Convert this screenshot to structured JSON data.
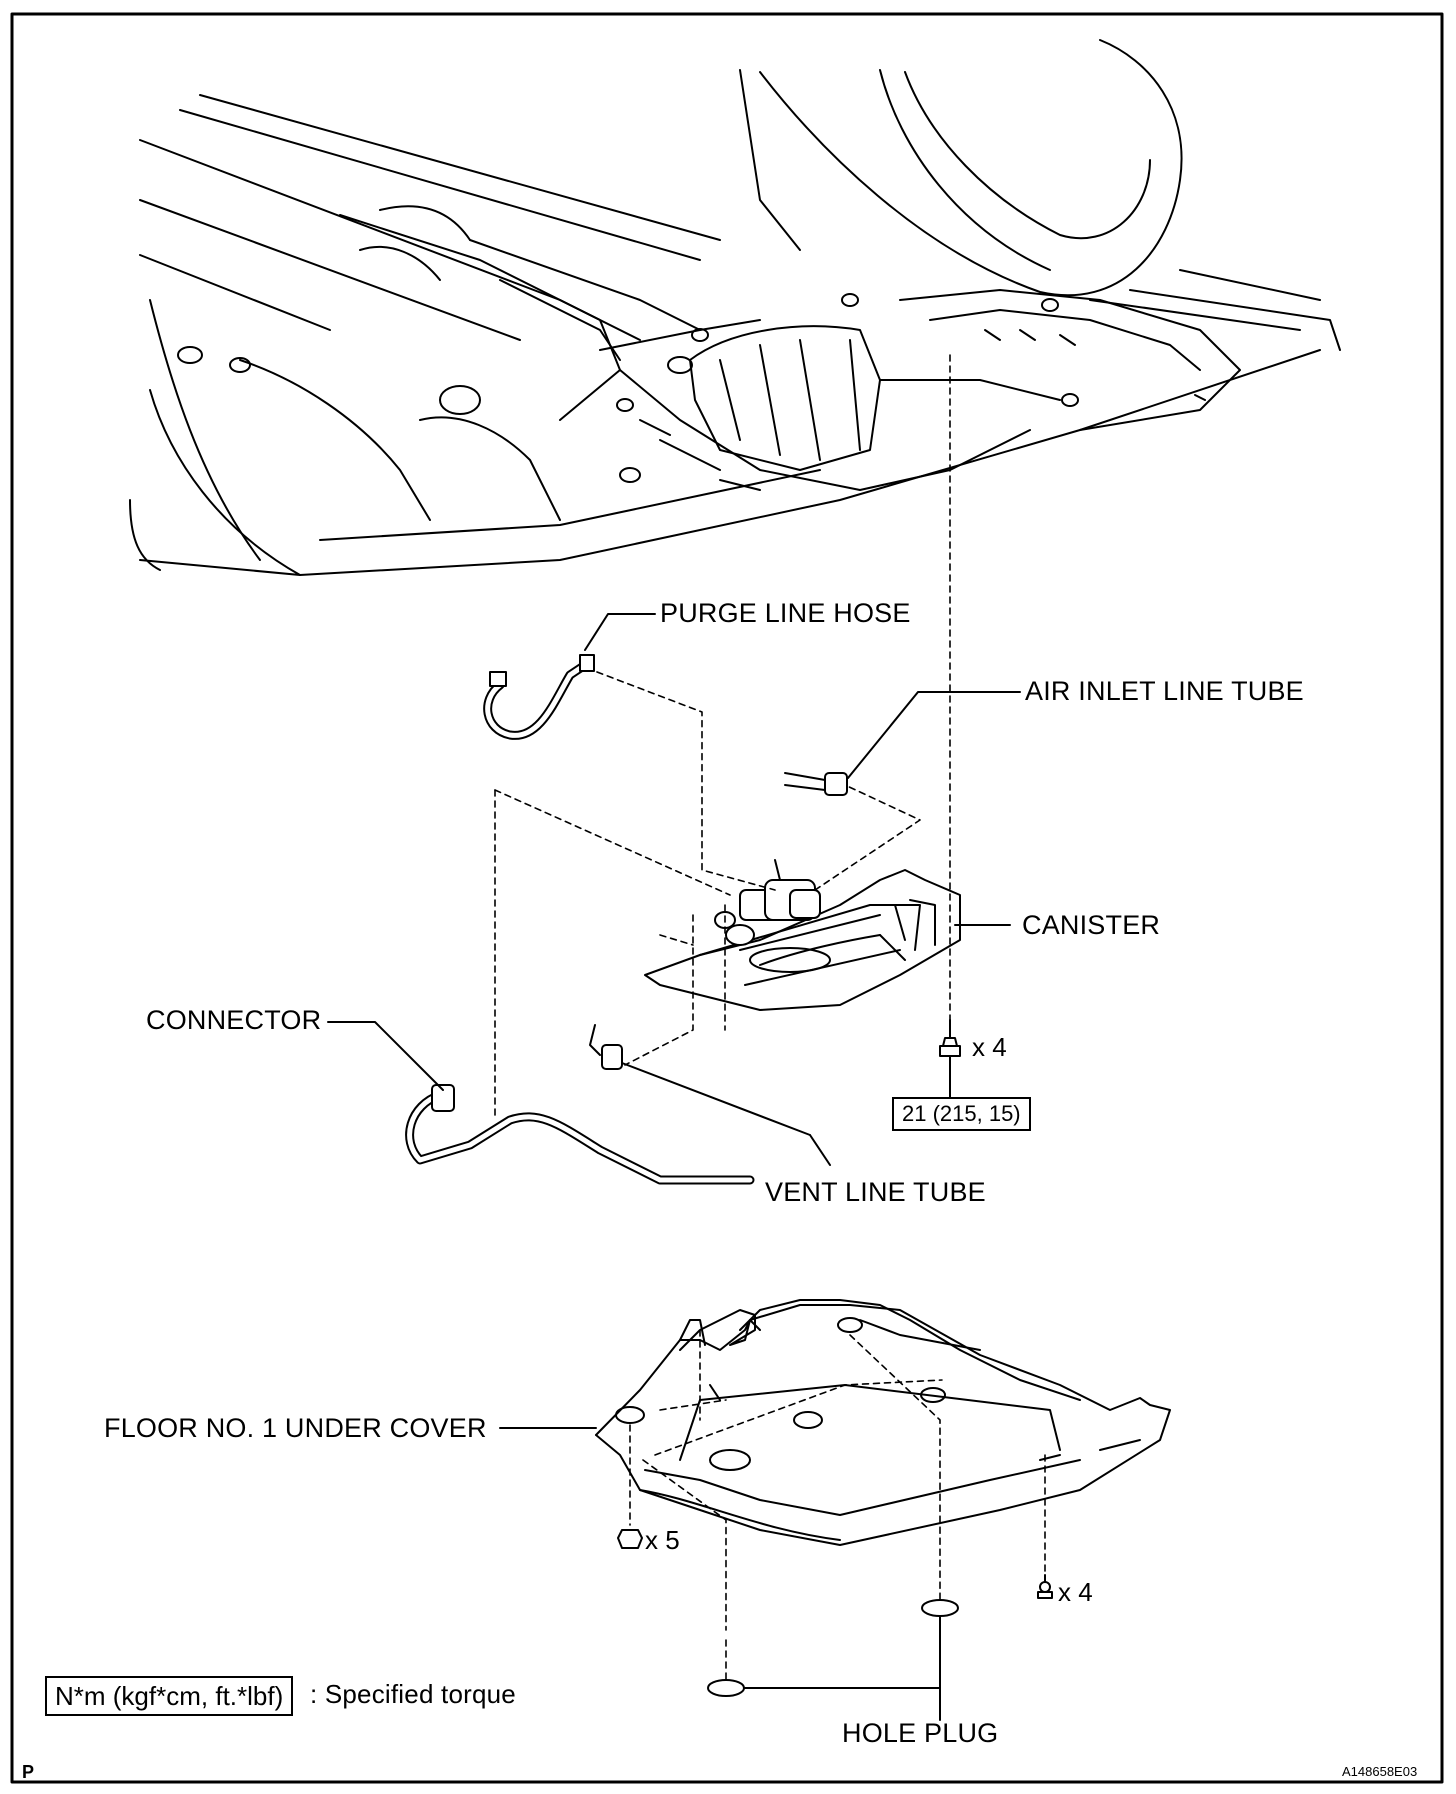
{
  "labels": {
    "purge_line_hose": "PURGE LINE HOSE",
    "air_inlet_line_tube": "AIR INLET LINE TUBE",
    "canister": "CANISTER",
    "connector": "CONNECTOR",
    "vent_line_tube": "VENT LINE TUBE",
    "floor_under_cover": "FLOOR NO. 1 UNDER COVER",
    "hole_plug": "HOLE PLUG"
  },
  "fasteners": {
    "canister_bolt_qty": "x 4",
    "cover_nut_qty": "x 5",
    "cover_clip_qty": "x 4"
  },
  "torque": {
    "canister_bolt": "21 (215, 15)"
  },
  "legend": {
    "box_text": "N*m (kgf*cm, ft.*lbf)",
    "description": ": Specified torque"
  },
  "footer": {
    "section_letter": "P",
    "figure_id": "A148658E03"
  },
  "icons": [
    "bolt-icon",
    "nut-icon",
    "clip-icon"
  ]
}
